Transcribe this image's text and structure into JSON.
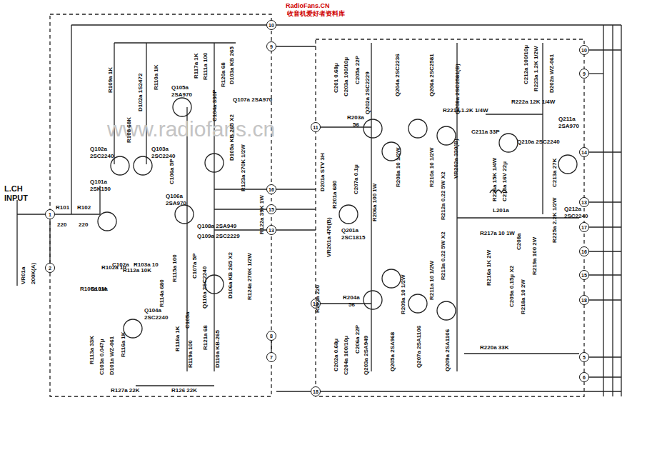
{
  "diagram": {
    "nodes": [
      {
        "text": [
          "1"
        ]
      },
      {
        "text": [
          "2"
        ]
      },
      {
        "text": [
          "10"
        ]
      },
      {
        "text": [
          "9"
        ]
      },
      {
        "text": [
          "16"
        ]
      },
      {
        "text": [
          "15"
        ]
      },
      {
        "text": [
          "13"
        ]
      },
      {
        "text": [
          "8"
        ]
      },
      {
        "text": [
          "7"
        ]
      },
      {
        "text": [
          "11"
        ]
      },
      {
        "text": [
          "12"
        ]
      },
      {
        "text": [
          "18"
        ]
      },
      {
        "text": [
          "10"
        ]
      },
      {
        "text": [
          "9"
        ]
      },
      {
        "text": [
          "14"
        ]
      },
      {
        "text": [
          "13"
        ]
      },
      {
        "text": [
          "17"
        ]
      },
      {
        "text": [
          "16"
        ]
      },
      {
        "text": [
          "15"
        ]
      },
      {
        "text": [
          "18"
        ]
      },
      {
        "text": [
          "5"
        ]
      },
      {
        "text": [
          "6"
        ]
      }
    ],
    "labels": [
      "RadioFans.CN",
      "收音机爱好者资料库",
      "www.radiofans.cn",
      "L.CH",
      "INPUT",
      "VR01a",
      "200K(A)",
      "R101",
      "220",
      "R102",
      "220",
      "Q101a",
      "2SK150",
      "R105a 1M",
      "C101a",
      "R102a 10",
      "C102a",
      "R112a 10K",
      "R103a 10",
      "Q102a",
      "2SC2240",
      "Q103a",
      "2SC2240",
      "R109a 1K",
      "R108 68K",
      "D102a 1S2472",
      "R110a 1K",
      "Q105a",
      "2SA970",
      "R117a 1K",
      "R111a 100",
      "C104a 330P",
      "R120a 68",
      "D103a KB 265",
      "Q107a 2SA970",
      "D105a KB 265 X2",
      "C106a 5P",
      "Q106a",
      "2SA970",
      "R123a 270K 1/2W",
      "Q108a 2SA949",
      "Q109a 2SC2229",
      "R122a 39K 1W",
      "R115a 100",
      "C107a 5P",
      "D106a KB 265 X2",
      "R124a 270K 1/2W",
      "Q110a 2SC2240",
      "C105a",
      "R118a 1K",
      "R119a 100",
      "R121a 68",
      "D110a KB-265",
      "Q104a",
      "2SC2240",
      "R114a 680",
      "R113a 33K",
      "C103a 0.047μ",
      "D101a WZ-061",
      "R116a 1K",
      "R127a 22K",
      "R126 22K",
      "C201 0.68μ",
      "C203a 100/10μ",
      "C205a 22P",
      "Q202a 2SC2229",
      "Q204a 2SC2236",
      "Q206a 2SC2581",
      "Q208a 2SC2581(B)",
      "R203a",
      "56",
      "D201a STV 3H",
      "R201a 680",
      "C207a 0.1μ",
      "R206a 100 1W",
      "R208a 10 1/2W",
      "R210a 10 1/2W",
      "R212a 0.22 5W X2",
      "VR201a 470(B)",
      "Q201a",
      "2SC1815",
      "R202a 220",
      "R204a",
      "56",
      "C202a 0.68μ",
      "C204a 100/10μ",
      "C206a 22P",
      "Q203a 2SA949",
      "Q205a 2SA968",
      "R209a 10 1/2W",
      "Q207a 2SA1106",
      "R211a 10 1/2W",
      "R213a 0.22 5W X2",
      "Q209a 2SA1106",
      "R221a 1.2K 1/4W",
      "VR202a 330(B)",
      "R222a 12K 1/4W",
      "C212a 100/10μ",
      "R223a 1.2K 1/2W",
      "D202a WZ-061",
      "Q211a",
      "2SA970",
      "C211a 33P",
      "Q210a 2SC2240",
      "R226a 15K 1/4W",
      "C210a 16V 22μ",
      "L201a",
      "R217a 10 1W",
      "C208a",
      "R216a 1K 2W",
      "C209a 0.15μ X2",
      "R218a 10 2W",
      "R219a 100 2W",
      "C213a 27K",
      "R225a 2.2K 1/2W",
      "Q212a",
      "2SC2240",
      "R220a 33K"
    ]
  }
}
